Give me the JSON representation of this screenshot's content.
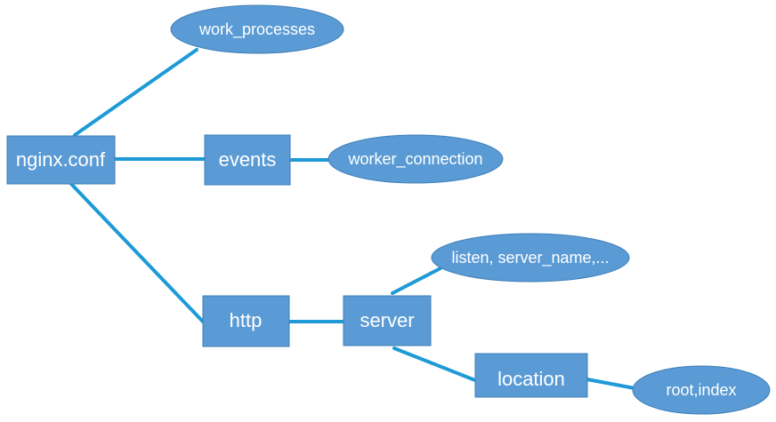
{
  "diagram": {
    "nodes": {
      "nginx_conf": "nginx.conf",
      "work_processes": "work_processes",
      "events": "events",
      "worker_connection": "worker_connection",
      "http": "http",
      "server": "server",
      "listen_server_name": "listen, server_name,...",
      "location": "location",
      "root_index": "root,index"
    },
    "edges": [
      [
        "nginx_conf",
        "work_processes"
      ],
      [
        "nginx_conf",
        "events"
      ],
      [
        "events",
        "worker_connection"
      ],
      [
        "nginx_conf",
        "http"
      ],
      [
        "http",
        "server"
      ],
      [
        "server",
        "listen_server_name"
      ],
      [
        "server",
        "location"
      ],
      [
        "location",
        "root_index"
      ]
    ],
    "colors": {
      "node_fill": "#5b9bd5",
      "edge": "#1e9ad6",
      "label": "#ffffff"
    }
  }
}
